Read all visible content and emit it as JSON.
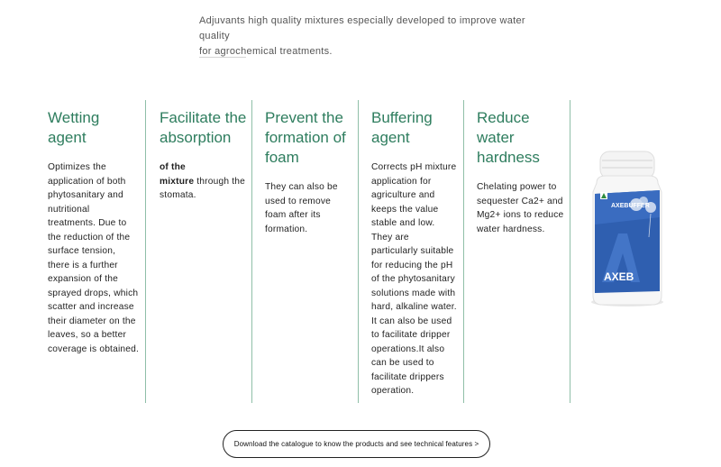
{
  "intro": {
    "line1": "Adjuvants high quality mixtures especially developed to improve water quality",
    "line2": "for agrochemical treatments."
  },
  "features": [
    {
      "title": "Wetting agent",
      "text": "Optimizes the application of both phytosanitary and nutritional treatments. Due to the reduction of the surface tension, there is a further expansion of the sprayed drops, which scatter and increase their diameter on the leaves, so a better coverage is obtained."
    },
    {
      "title": "Facilitate the absorption",
      "text_bold_1": "of the",
      "text_bold_2": "mixture",
      "text_rest": " through the stomata."
    },
    {
      "title": "Prevent the formation of foam",
      "text": "They can also be used to remove foam after its formation."
    },
    {
      "title": "Buffering agent",
      "text": "Corrects pH mixture application for agriculture and keeps the value stable and low. They are particularly suitable for reducing the pH of the phytosanitary solutions made with hard, alkaline water. It can also be used to facilitate dripper operations.It also can be used to facilitate drippers operation."
    },
    {
      "title": "Reduce water hardness",
      "text": "Chelating power to sequester Ca2+ and Mg2+ ions to reduce water hardness."
    }
  ],
  "product": {
    "label_top": "AXEBUFFER",
    "label_bottom": "AXEB",
    "brand_color": "#2f5fb0",
    "cap_color": "#f2f2f2"
  },
  "cta": {
    "label": "Download the catalogue to know the products and see technical features >"
  },
  "colors": {
    "accent": "#2e7d5e",
    "divider": "#8fbfa8"
  }
}
